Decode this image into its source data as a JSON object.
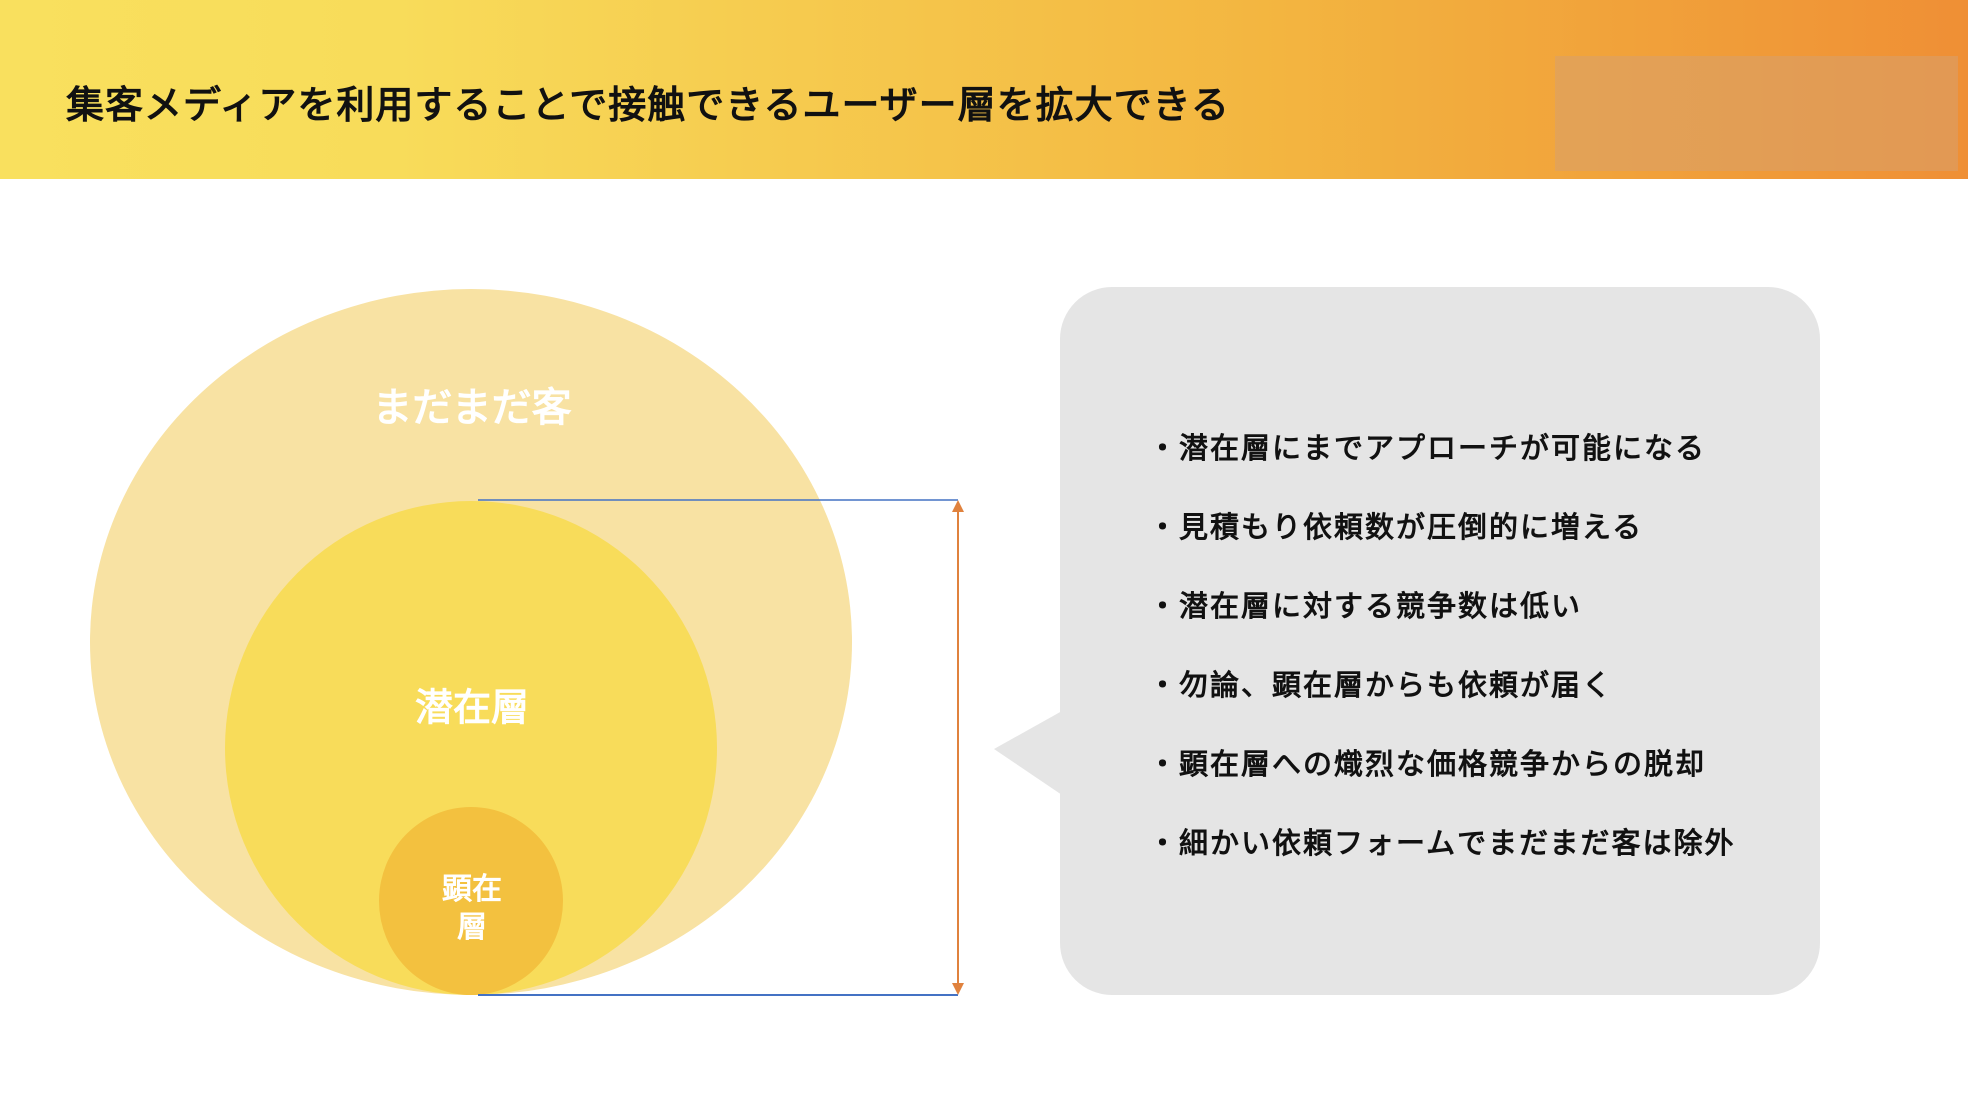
{
  "header": {
    "title": "集客メディアを利用することで接触できるユーザー層を拡大できる"
  },
  "diagram": {
    "outer_label": "まだまだ客",
    "middle_label": "潜在層",
    "inner_label_line1": "顕在",
    "inner_label_line2": "層",
    "colors": {
      "outer": "#f8e2a3",
      "middle": "#f8dc5a",
      "inner": "#f3c13f",
      "guide_line": "#4472c4",
      "arrow": "#e0823e"
    }
  },
  "callout": {
    "bullets": [
      "・潜在層にまでアプローチが可能になる",
      "・見積もり依頼数が圧倒的に増える",
      "・潜在層に対する競争数は低い",
      "・勿論、顕在層からも依頼が届く",
      "・顕在層への熾烈な価格競争からの脱却",
      "・細かい依頼フォームでまだまだ客は除外"
    ]
  }
}
